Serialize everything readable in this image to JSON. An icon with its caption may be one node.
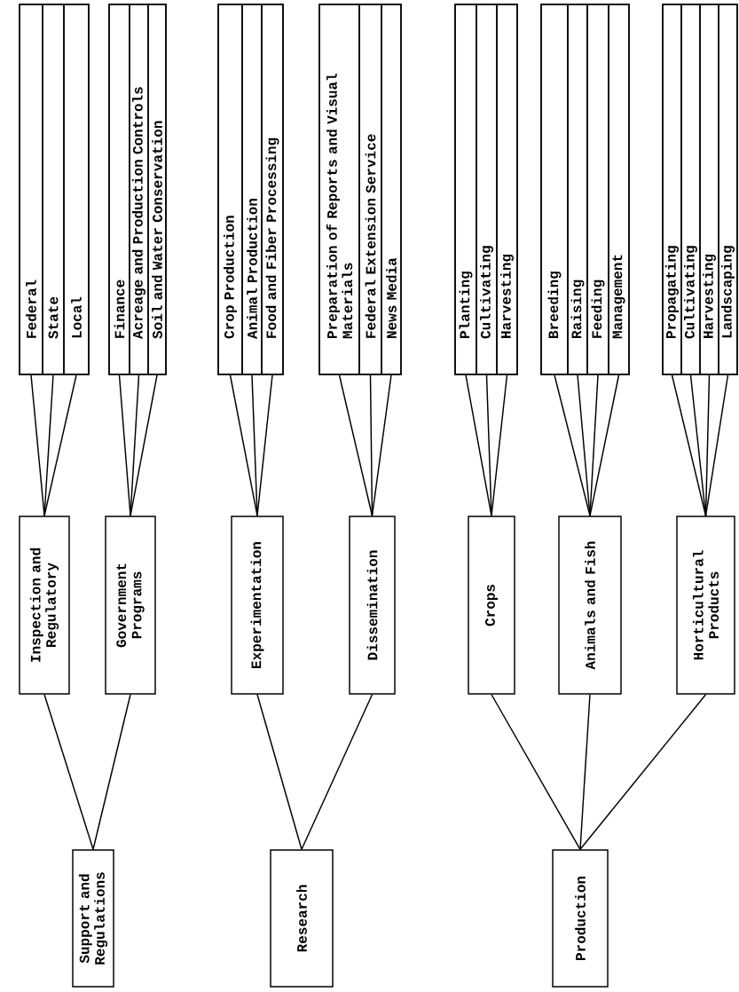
{
  "diagram": {
    "nodes": [
      {
        "text": [
          "Support and Regulations"
        ]
      },
      {
        "text": [
          "Inspection and Regulatory"
        ]
      },
      {
        "text": [
          "Government Programs"
        ]
      },
      {
        "text": [
          "Research"
        ]
      },
      {
        "text": [
          "Experimentation"
        ]
      },
      {
        "text": [
          "Dissemination"
        ]
      },
      {
        "text": [
          "Production"
        ]
      },
      {
        "text": [
          "Crops"
        ]
      },
      {
        "text": [
          "Animals and Fish"
        ]
      },
      {
        "text": [
          "Horticultural Products"
        ]
      },
      {
        "text": [],
        "shape": "box"
      },
      {
        "text": [
          "Federal"
        ],
        "in": 10
      },
      {
        "text": [
          "State"
        ],
        "in": 10
      },
      {
        "text": [
          "Local"
        ],
        "in": 10
      },
      {
        "text": [],
        "shape": "box"
      },
      {
        "text": [
          "Finance"
        ],
        "in": 14
      },
      {
        "text": [
          "Acreage and Production Controls"
        ],
        "in": 14
      },
      {
        "text": [
          "Soil and Water Conservation"
        ],
        "in": 14
      },
      {
        "text": [],
        "shape": "box"
      },
      {
        "text": [
          "Crop Production"
        ],
        "in": 18
      },
      {
        "text": [
          "Animal Production"
        ],
        "in": 18
      },
      {
        "text": [
          "Food and Fiber Processing"
        ],
        "in": 18
      },
      {
        "text": [],
        "shape": "box"
      },
      {
        "text": [
          "Preparation of Reports and Visual Materials"
        ],
        "in": 22
      },
      {
        "text": [
          "Federal Extension Service"
        ],
        "in": 22
      },
      {
        "text": [
          "News Media"
        ],
        "in": 22
      },
      {
        "text": [],
        "shape": "box"
      },
      {
        "text": [
          "Planting"
        ],
        "in": 26
      },
      {
        "text": [
          "Cultivating"
        ],
        "in": 26
      },
      {
        "text": [
          "Harvesting"
        ],
        "in": 26
      },
      {
        "text": [],
        "shape": "box"
      },
      {
        "text": [
          "Breeding"
        ],
        "in": 30
      },
      {
        "text": [
          "Raising"
        ],
        "in": 30
      },
      {
        "text": [
          "Feeding"
        ],
        "in": 30
      },
      {
        "text": [
          "Management"
        ],
        "in": 30
      },
      {
        "text": [],
        "shape": "box"
      },
      {
        "text": [
          "Propagating"
        ],
        "in": 35
      },
      {
        "text": [
          "Cultivating"
        ],
        "in": 35
      },
      {
        "text": [
          "Harvesting"
        ],
        "in": 35
      },
      {
        "text": [
          "Landscaping"
        ],
        "in": 35
      }
    ],
    "edges": [
      {
        "from": 0,
        "to": 1,
        "arrow": "none"
      },
      {
        "from": 0,
        "to": 2,
        "arrow": "none"
      },
      {
        "from": 3,
        "to": 4,
        "arrow": "none"
      },
      {
        "from": 3,
        "to": 5,
        "arrow": "none"
      },
      {
        "from": 6,
        "to": 7,
        "arrow": "none"
      },
      {
        "from": 6,
        "to": 8,
        "arrow": "none"
      },
      {
        "from": 6,
        "to": 9,
        "arrow": "none"
      },
      {
        "from": 1,
        "to": 11,
        "arrow": "none"
      },
      {
        "from": 1,
        "to": 12,
        "arrow": "none"
      },
      {
        "from": 1,
        "to": 13,
        "arrow": "none"
      },
      {
        "from": 2,
        "to": 15,
        "arrow": "none"
      },
      {
        "from": 2,
        "to": 16,
        "arrow": "none"
      },
      {
        "from": 2,
        "to": 17,
        "arrow": "none"
      },
      {
        "from": 4,
        "to": 19,
        "arrow": "none"
      },
      {
        "from": 4,
        "to": 20,
        "arrow": "none"
      },
      {
        "from": 4,
        "to": 21,
        "arrow": "none"
      },
      {
        "from": 5,
        "to": 23,
        "arrow": "none"
      },
      {
        "from": 5,
        "to": 24,
        "arrow": "none"
      },
      {
        "from": 5,
        "to": 25,
        "arrow": "none"
      },
      {
        "from": 7,
        "to": 27,
        "arrow": "none"
      },
      {
        "from": 7,
        "to": 28,
        "arrow": "none"
      },
      {
        "from": 7,
        "to": 29,
        "arrow": "none"
      },
      {
        "from": 8,
        "to": 31,
        "arrow": "none"
      },
      {
        "from": 8,
        "to": 32,
        "arrow": "none"
      },
      {
        "from": 8,
        "to": 33,
        "arrow": "none"
      },
      {
        "from": 8,
        "to": 34,
        "arrow": "none"
      },
      {
        "from": 9,
        "to": 36,
        "arrow": "none"
      },
      {
        "from": 9,
        "to": 37,
        "arrow": "none"
      },
      {
        "from": 9,
        "to": 38,
        "arrow": "none"
      },
      {
        "from": 9,
        "to": 39,
        "arrow": "none"
      }
    ]
  }
}
